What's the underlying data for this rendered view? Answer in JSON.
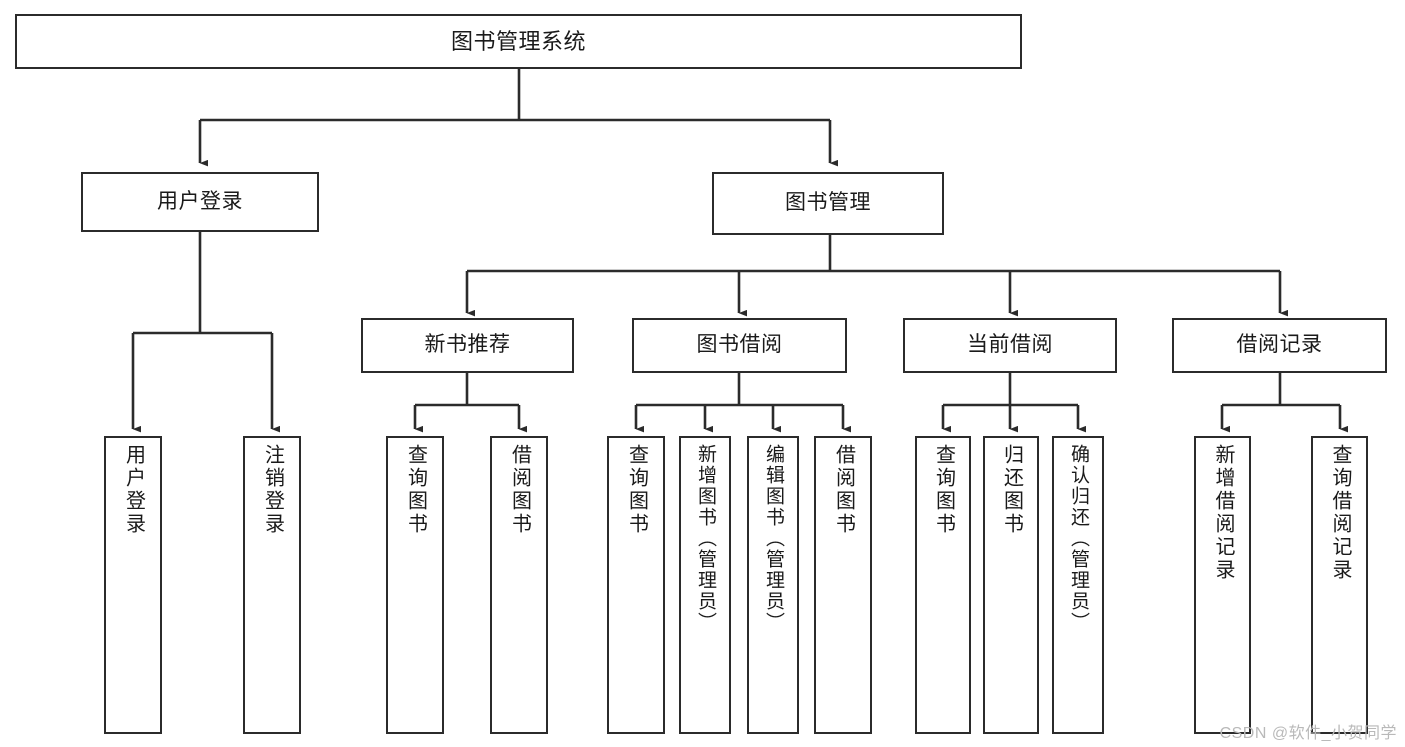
{
  "diagram": {
    "title": "图书管理系统",
    "watermark": "CSDN @软件_小贺同学",
    "line_color": "#2b2b2b",
    "box_fill": "#ffffff",
    "text_color": "#1a1a1a",
    "levels": {
      "root": "图书管理系统",
      "level2": [
        "用户登录",
        "图书管理"
      ],
      "level3": [
        "新书推荐",
        "图书借阅",
        "当前借阅",
        "借阅记录"
      ]
    },
    "nodes": {
      "root": {
        "label": "图书管理系统"
      },
      "user_login": {
        "label": "用户登录"
      },
      "book_manage": {
        "label": "图书管理"
      },
      "new_book_rec": {
        "label": "新书推荐"
      },
      "book_borrow": {
        "label": "图书借阅"
      },
      "current_borrow": {
        "label": "当前借阅"
      },
      "borrow_record": {
        "label": "借阅记录"
      },
      "leaf_user_login": {
        "label": "用户登录"
      },
      "leaf_user_logout": {
        "label": "注销登录"
      },
      "leaf_query_book_1": {
        "label": "查询图书"
      },
      "leaf_borrow_book_1": {
        "label": "借阅图书"
      },
      "leaf_query_book_2": {
        "label": "查询图书"
      },
      "leaf_add_book": {
        "label": "新增图书（管理员）"
      },
      "leaf_edit_book": {
        "label": "编辑图书（管理员）"
      },
      "leaf_borrow_book_2": {
        "label": "借阅图书"
      },
      "leaf_query_book_3": {
        "label": "查询图书"
      },
      "leaf_return_book": {
        "label": "归还图书"
      },
      "leaf_confirm_return": {
        "label": "确认归还（管理员）"
      },
      "leaf_add_record": {
        "label": "新增借阅记录"
      },
      "leaf_query_record": {
        "label": "查询借阅记录"
      }
    }
  }
}
